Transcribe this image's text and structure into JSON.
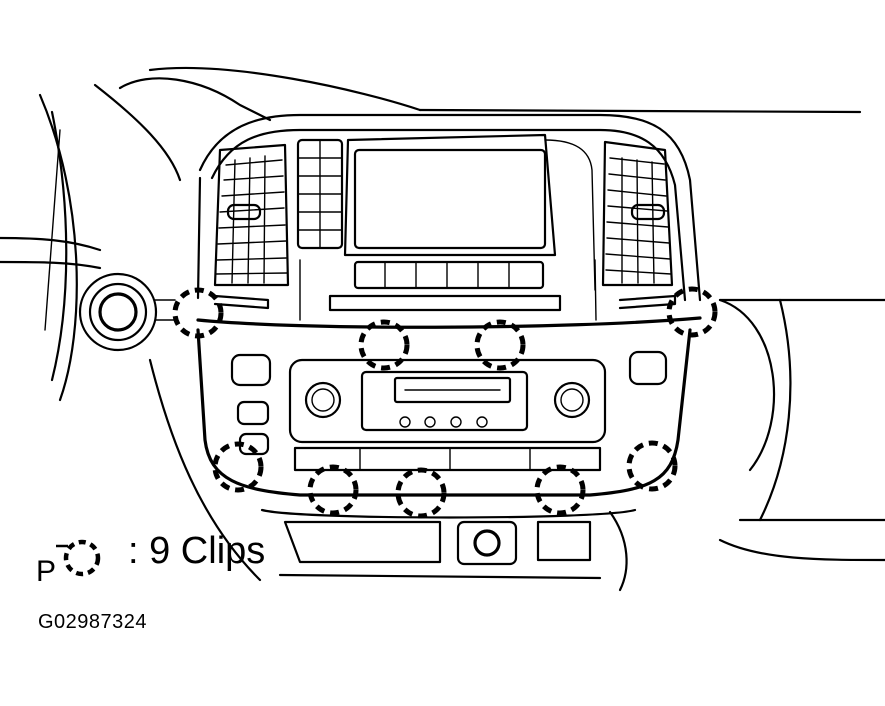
{
  "legend": {
    "symbol_letter": "P",
    "symbol_icon": "dashed-circle-clip",
    "text": ": 9 Clips"
  },
  "figure_code": "G02987324",
  "clips": {
    "count": 9
  }
}
